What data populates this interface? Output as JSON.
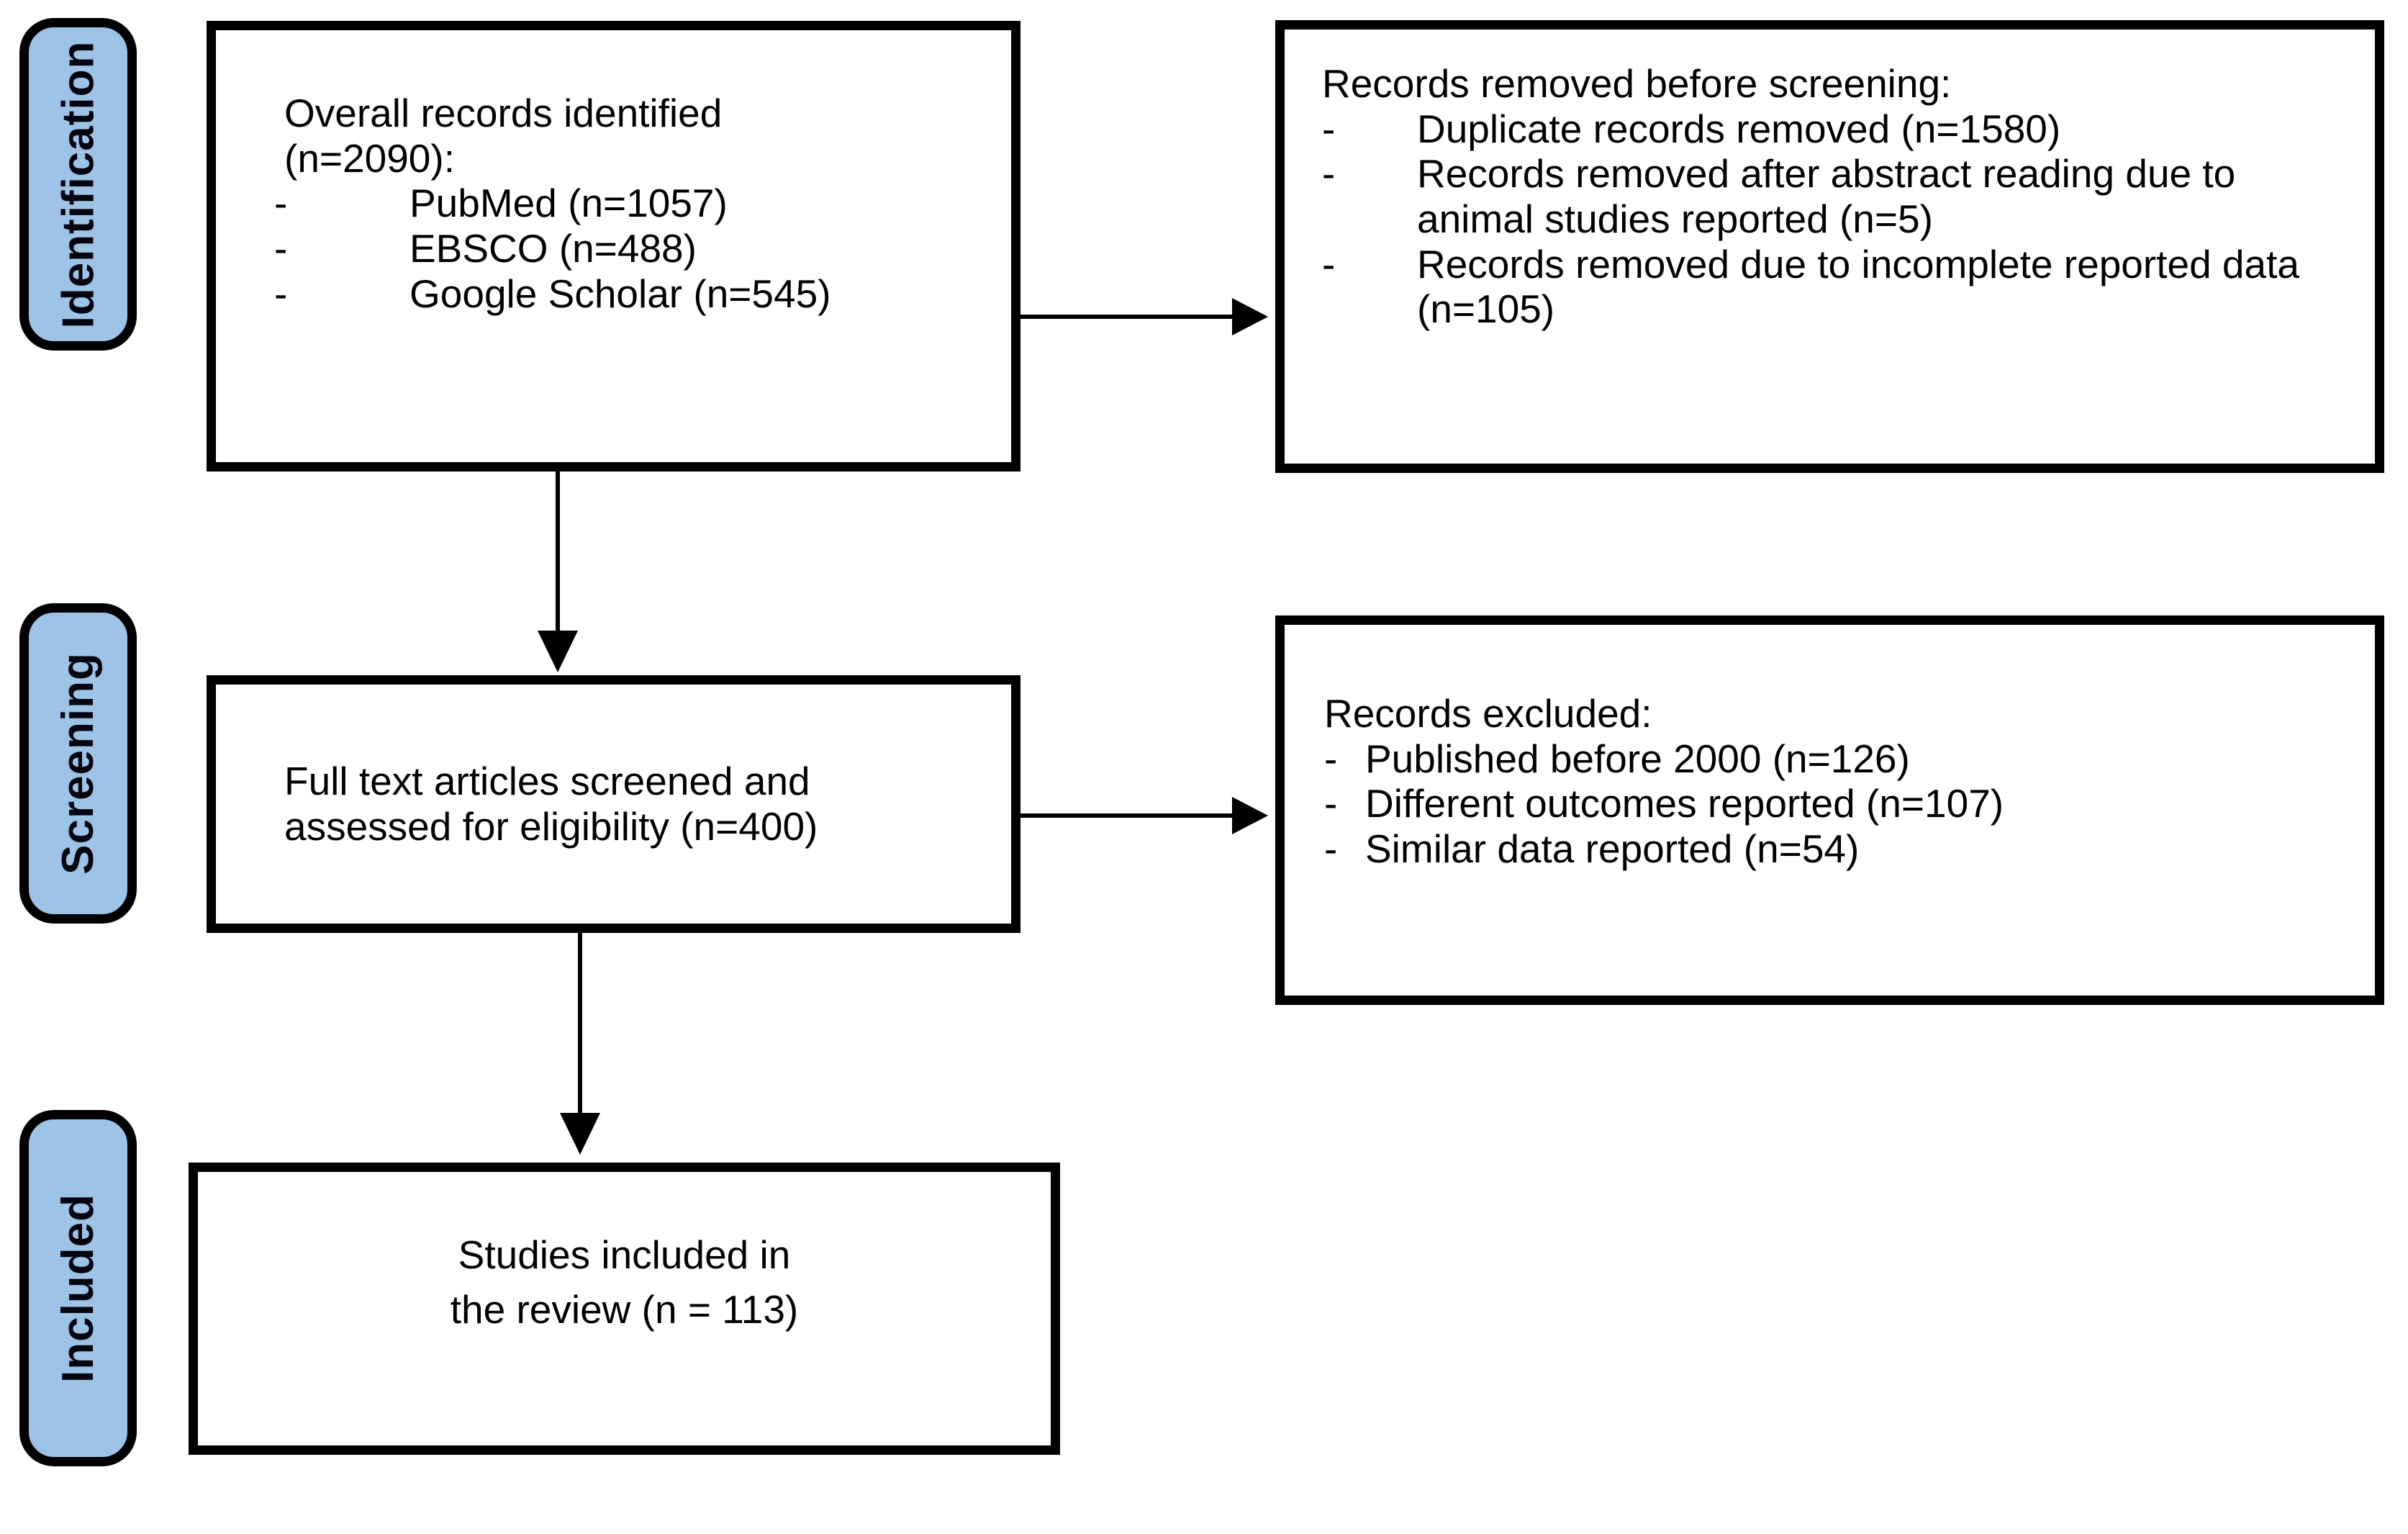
{
  "diagram": {
    "type": "prisma-flow",
    "colors": {
      "background": "#ffffff",
      "stage_fill": "#9DC3E6",
      "stage_border": "#000000",
      "box_fill": "#ffffff",
      "box_border": "#000000",
      "text": "#000000",
      "arrow": "#000000"
    },
    "stages": [
      {
        "label": "Identification"
      },
      {
        "label": "Screening"
      },
      {
        "label": "Included"
      }
    ],
    "boxes": {
      "identified": {
        "lines": [
          "Overall records identified",
          "(n=2090):"
        ],
        "bullets": [
          "PubMed (n=1057)",
          "EBSCO (n=488)",
          "Google Scholar (n=545)"
        ]
      },
      "removed_before_screening": {
        "title": "Records removed before screening:",
        "bullets": [
          "Duplicate records removed (n=1580)",
          "Records removed after abstract reading due to animal studies reported (n=5)",
          "Records removed due to incomplete reported data (n=105)"
        ]
      },
      "screened": {
        "lines": [
          "Full text articles screened and",
          "assessed for eligibility (n=400)"
        ]
      },
      "excluded": {
        "title": "Records excluded:",
        "bullets": [
          "Published before 2000 (n=126)",
          "Different outcomes reported (n=107)",
          "Similar data reported (n=54)"
        ]
      },
      "included": {
        "lines": [
          "Studies included in",
          "the review (n = 113)"
        ]
      }
    }
  }
}
